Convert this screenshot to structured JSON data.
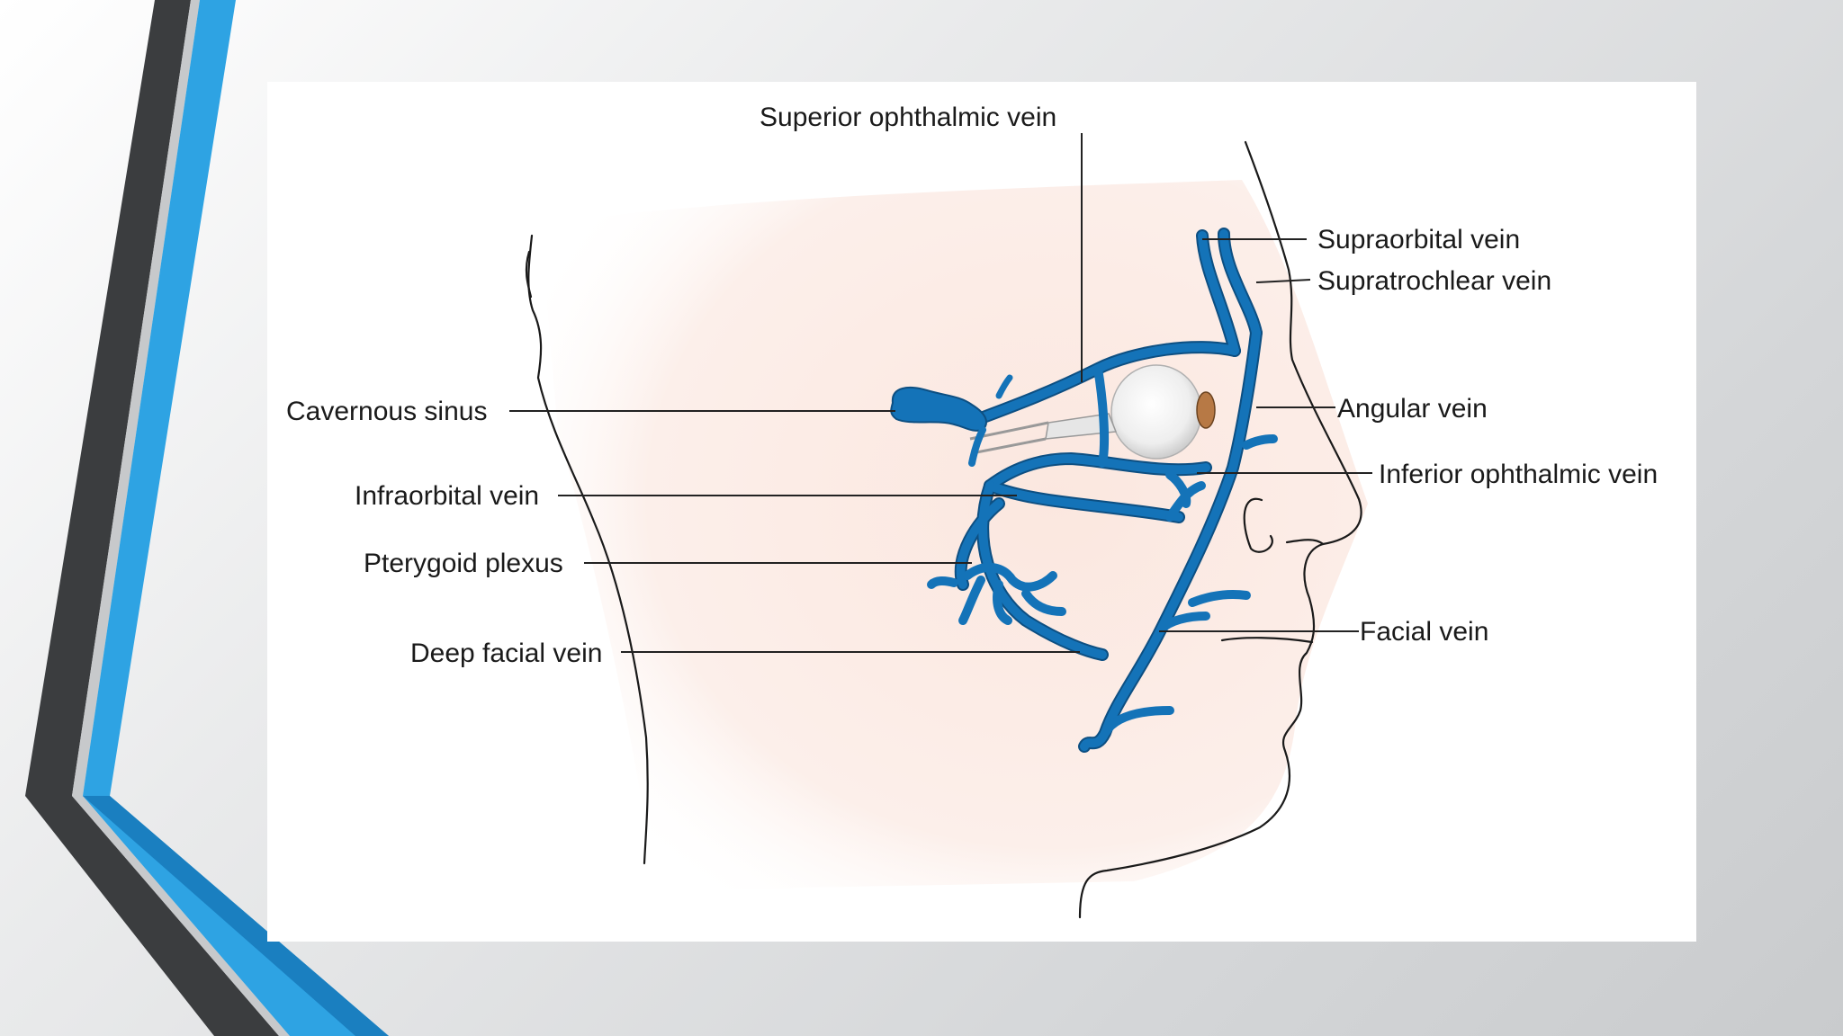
{
  "slide": {
    "accent_blue": "#2ea3e3",
    "accent_dark": "#3b3d3f",
    "background": "#dcdedf"
  },
  "diagram": {
    "vein_color": "#1473b8",
    "skin_tone": "#fbeae4",
    "labels": {
      "superior_ophthalmic_vein": "Superior ophthalmic vein",
      "supraorbital_vein": "Supraorbital vein",
      "supratrochlear_vein": "Supratrochlear vein",
      "cavernous_sinus": "Cavernous sinus",
      "angular_vein": "Angular vein",
      "inferior_ophthalmic_vein": "Inferior ophthalmic vein",
      "infraorbital_vein": "Infraorbital vein",
      "pterygoid_plexus": "Pterygoid plexus",
      "facial_vein": "Facial vein",
      "deep_facial_vein": "Deep facial vein"
    }
  }
}
